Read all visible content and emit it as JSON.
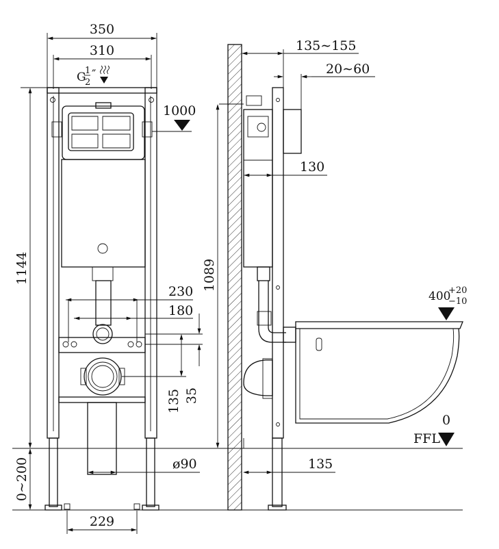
{
  "front_view": {
    "width_outer": "350",
    "width_inner": "310",
    "inlet_label": "G",
    "inlet_num": "1",
    "inlet_den": "2",
    "inlet_suffix": "″",
    "height_total": "1144",
    "flush_height": "1000",
    "bracket_spacing_outer": "230",
    "bracket_spacing_inner": "180",
    "outlet_height_a": "135",
    "outlet_height_b": "35",
    "foot_adjust": "0∼200",
    "pipe_diameter": "ø90",
    "foot_spacing": "229"
  },
  "side_view": {
    "depth_range": "135∼155",
    "wall_range": "20∼60",
    "depth_frame": "130",
    "height_frame": "1089",
    "bottom_depth": "135",
    "seat_height": "400",
    "seat_tol_plus": "+20",
    "seat_tol_minus": "−10",
    "floor_zero": "0",
    "floor_label": "FFL"
  }
}
